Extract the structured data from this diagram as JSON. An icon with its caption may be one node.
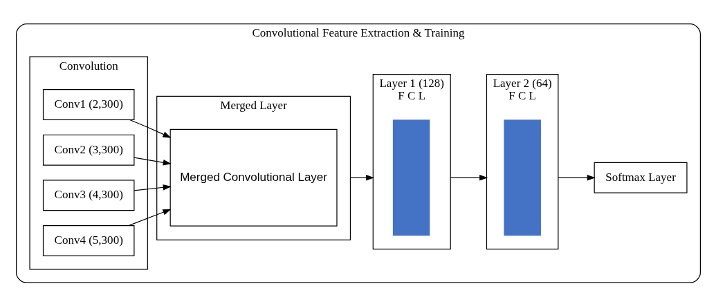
{
  "diagram": {
    "nodes": [
      {
        "text": [
          "Convolutional Feature Extraction & Training"
        ]
      },
      {
        "text": [
          "Convolution"
        ],
        "in": 0
      },
      {
        "text": [
          "Conv1 (2,300)"
        ],
        "in": 1
      },
      {
        "text": [
          "Conv2 (3,300)"
        ],
        "in": 1
      },
      {
        "text": [
          "Conv3 (4,300)"
        ],
        "in": 1
      },
      {
        "text": [
          "Conv4 (5,300)"
        ],
        "in": 1
      },
      {
        "text": [
          "Merged Layer"
        ],
        "in": 0
      },
      {
        "text": [
          "Merged Convolutional Layer"
        ],
        "in": 6
      },
      {
        "text": [
          "Layer 1 (128)",
          "F C L"
        ],
        "in": 0
      },
      {
        "text": [],
        "shape": "bar",
        "in": 8
      },
      {
        "text": [
          "Layer 2 (64)",
          "F C L"
        ],
        "in": 0
      },
      {
        "text": [],
        "shape": "bar",
        "in": 10
      },
      {
        "text": [
          "Softmax Layer"
        ],
        "in": 0
      }
    ],
    "edges": [
      {
        "from": 2,
        "to": 7,
        "arrow": "to"
      },
      {
        "from": 3,
        "to": 7,
        "arrow": "to"
      },
      {
        "from": 4,
        "to": 7,
        "arrow": "to"
      },
      {
        "from": 5,
        "to": 7,
        "arrow": "to"
      },
      {
        "from": 6,
        "to": 8,
        "arrow": "to"
      },
      {
        "from": 8,
        "to": 10,
        "arrow": "to"
      },
      {
        "from": 10,
        "to": 12,
        "arrow": "to"
      }
    ]
  }
}
